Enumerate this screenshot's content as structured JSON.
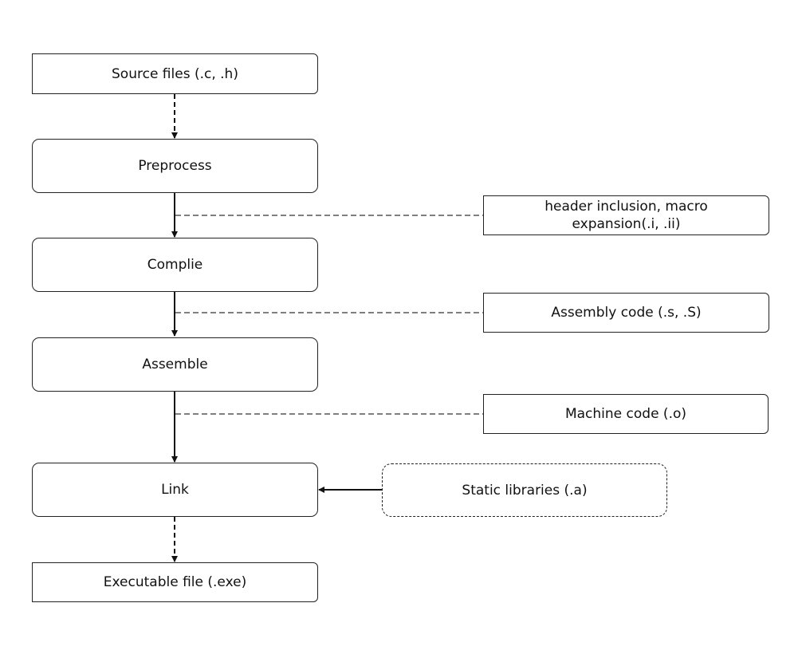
{
  "nodes": {
    "source": "Source files (.c, .h)",
    "preprocess": "Preprocess",
    "compile": "Complie",
    "assemble": "Assemble",
    "link": "Link",
    "executable": "Executable file (.exe)"
  },
  "outputs": {
    "preprocess": "header inclusion, macro expansion(.i, .ii)",
    "compile": "Assembly code (.s, .S)",
    "assemble": "Machine code (.o)"
  },
  "inputs": {
    "static_libraries": "Static libraries (.a)"
  }
}
